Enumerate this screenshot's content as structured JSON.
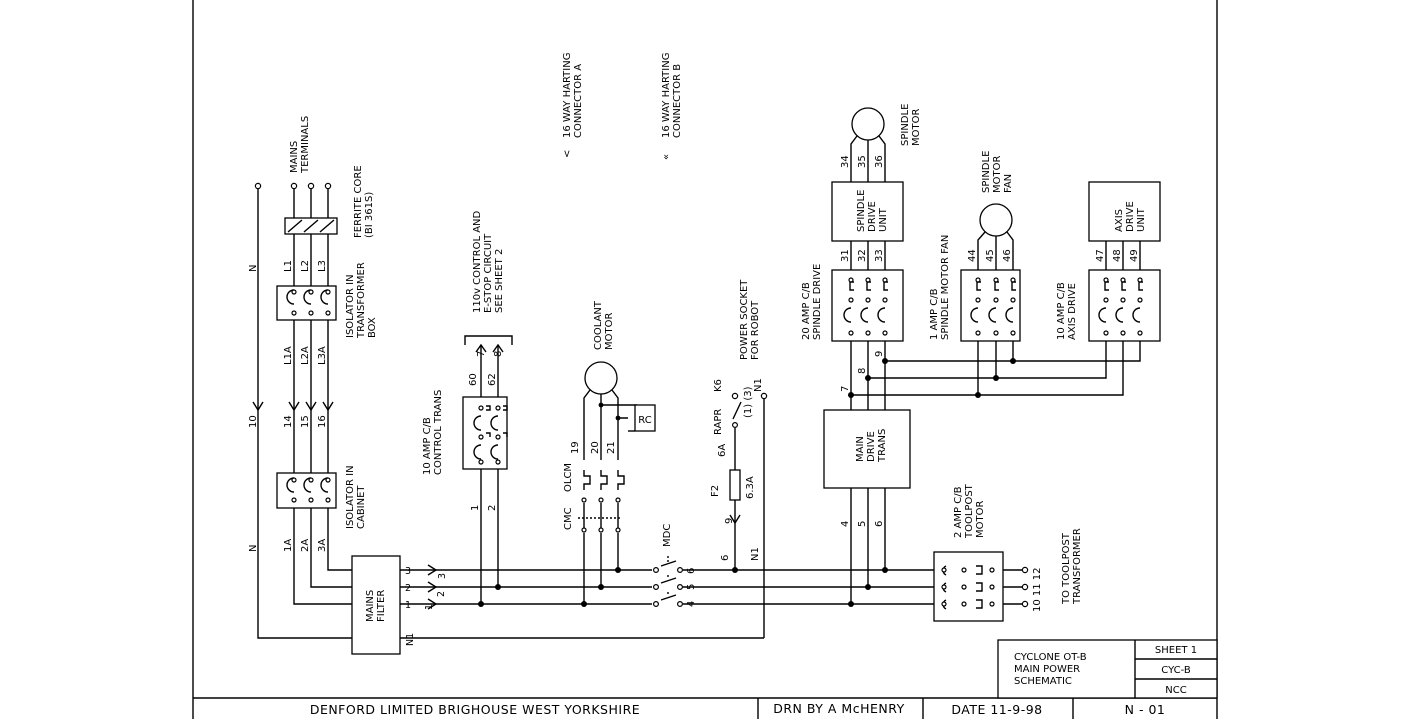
{
  "labels": {
    "mains_terminals": [
      "MAINS",
      "TERMINALS"
    ],
    "ferrite_core": [
      "FERRITE CORE",
      "(BI 361S)"
    ],
    "isolator_transformer": [
      "ISOLATOR IN",
      "TRANSFORMER",
      "BOX"
    ],
    "isolator_cabinet": [
      "ISOLATOR IN",
      "CABINET"
    ],
    "control_circuit": [
      "110v CONTROL AND",
      "E-STOP CIRCUIT",
      "SEE SHEET 2"
    ],
    "harting_a": [
      "16 WAY HARTING",
      "CONNECTOR A"
    ],
    "harting_b": [
      "16 WAY HARTING",
      "CONNECTOR B"
    ],
    "harting_a_symbol": "<",
    "harting_b_symbol": "«",
    "cb_control_trans": [
      "10 AMP C/B",
      "CONTROL TRANS"
    ],
    "coolant_motor": [
      "COOLANT",
      "MOTOR"
    ],
    "rc": "RC",
    "power_socket": [
      "POWER SOCKET",
      "FOR ROBOT"
    ],
    "rapr": "RAPR",
    "k6": "K6",
    "n1_socket": "N1",
    "socket_pins": "(1)  (3)",
    "fuse_rating_a": "6A",
    "fuse_rating_b": "6.3A",
    "fuse_id": "F2",
    "mains_filter": [
      "MAINS",
      "FILTER"
    ],
    "mdc": "MDC",
    "cmc": "CMC",
    "olcm": "OLCM",
    "spindle_motor": [
      "SPINDLE",
      "MOTOR"
    ],
    "spindle_drive_unit": [
      "SPINDLE",
      "DRIVE",
      "UNIT"
    ],
    "spindle_motor_fan": [
      "SPINDLE",
      "MOTOR",
      "FAN"
    ],
    "axis_drive_unit": [
      "AXIS",
      "DRIVE",
      "UNIT"
    ],
    "cb_spindle_drive": [
      "20 AMP C/B",
      "SPINDLE DRIVE"
    ],
    "cb_spindle_fan": [
      "1 AMP C/B",
      "SPINDLE MOTOR FAN"
    ],
    "cb_axis_drive": [
      "10 AMP C/B",
      "AXIS DRIVE"
    ],
    "main_drive_trans": [
      "MAIN",
      "DRIVE",
      "TRANS"
    ],
    "cb_toolpost": [
      "2 AMP C/B",
      "TOOLPOST",
      "MOTOR"
    ],
    "to_toolpost": [
      "TO TOOLPOST",
      "TRANSFORMER"
    ]
  },
  "wire_numbers": {
    "phases_top": [
      "L1",
      "L2",
      "L3"
    ],
    "phases_mid": [
      "L1A",
      "L2A",
      "L3A"
    ],
    "phases_cabinet": [
      "14",
      "15",
      "16"
    ],
    "phases_out": [
      "1A",
      "2A",
      "3A"
    ],
    "neutral": "N",
    "neutral_10": "10",
    "bus": [
      "1",
      "2",
      "3"
    ],
    "bus_in": [
      "1",
      "2",
      "3"
    ],
    "neutral_bus": "N1",
    "ctrl_top": [
      "60",
      "62"
    ],
    "ctrl_arrows": [
      "7",
      "8"
    ],
    "ctrl_bottom": [
      "1",
      "2"
    ],
    "coolant": [
      "19",
      "20",
      "21"
    ],
    "mdc_out": [
      "4",
      "5",
      "6"
    ],
    "fuse_in": "9",
    "fuse_out": "6",
    "fuse_n1": "N1",
    "spindle_motor_wires": [
      "34",
      "35",
      "36"
    ],
    "spindle_unit_in": [
      "31",
      "32",
      "33"
    ],
    "fan_wires": [
      "44",
      "45",
      "46"
    ],
    "axis_wires": [
      "47",
      "48",
      "49"
    ],
    "feed": [
      "7",
      "8",
      "9"
    ],
    "trans_bottom": [
      "4",
      "5",
      "6"
    ],
    "toolpost_out": "10 11 12"
  },
  "title_block": {
    "title": [
      "CYCLONE OT-B",
      "MAIN POWER",
      "SCHEMATIC"
    ],
    "sheet": "SHEET 1",
    "drawing": "CYC-B",
    "code": "NCC",
    "company": "DENFORD LIMITED   BRIGHOUSE   WEST YORKSHIRE",
    "drawn_by": "DRN BY  A McHENRY",
    "date": "DATE  11-9-98",
    "number": "N  -  01"
  }
}
